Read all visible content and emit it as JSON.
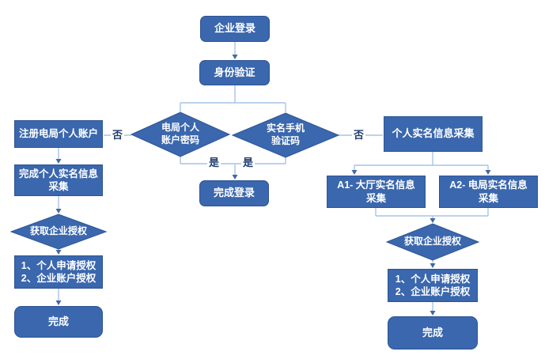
{
  "diagram": {
    "nodes": {
      "start": "企业登录",
      "identity": "身份验证",
      "decision_account": "电局个人\n账户密码",
      "decision_sms": "实名手机\n验证码",
      "login_done": "完成登录",
      "register": "注册电局个人账户",
      "collect_left": "完成个人实名信息\n采集",
      "auth_left": "获取企业授权",
      "steps_left": "1、个人申请授权\n2、企业账户授权",
      "done_left": "完成",
      "collect_right": "个人实名信息采集",
      "branch_a1": "A1- 大厅实名信息\n采集",
      "branch_a2": "A2- 电局实名信息\n采集",
      "auth_right": "获取企业授权",
      "steps_right": "1、个人申请授权\n2、企业账户授权",
      "done_right": "完成"
    },
    "edge_labels": {
      "no_left": "否",
      "no_right": "否",
      "yes_left": "是",
      "yes_right": "是"
    },
    "colors": {
      "node_fill": "#3A67AD",
      "node_border": "#2E5593",
      "node_text": "#FFFFFF",
      "connector": "#A7C4E5",
      "arrow": "#44679E",
      "edge_label_text": "#1E3C6E",
      "background": "#FFFFFF"
    }
  }
}
